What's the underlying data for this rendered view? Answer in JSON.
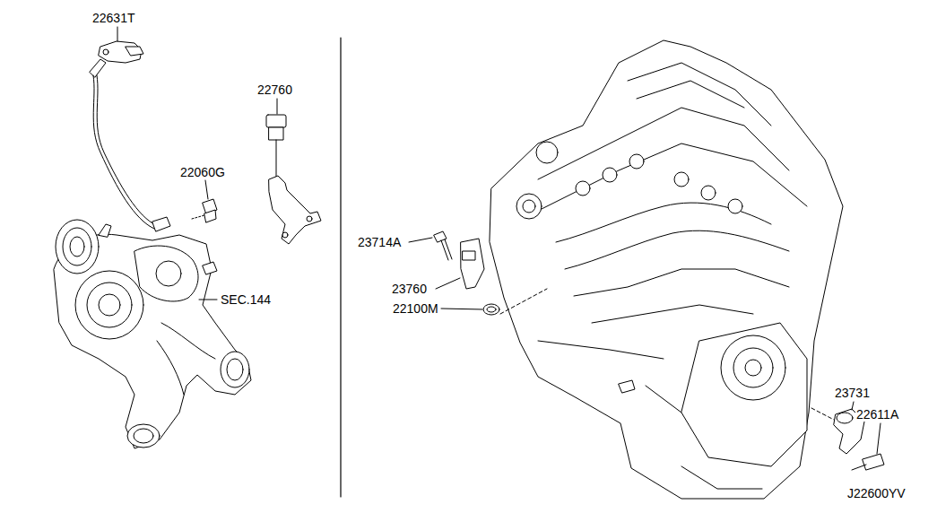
{
  "diagram": {
    "labels": [
      "22631T",
      "22760",
      "22060G",
      "SEC.144",
      "23714A",
      "23760",
      "22100M",
      "23731",
      "22611A",
      "J22600YV"
    ]
  }
}
